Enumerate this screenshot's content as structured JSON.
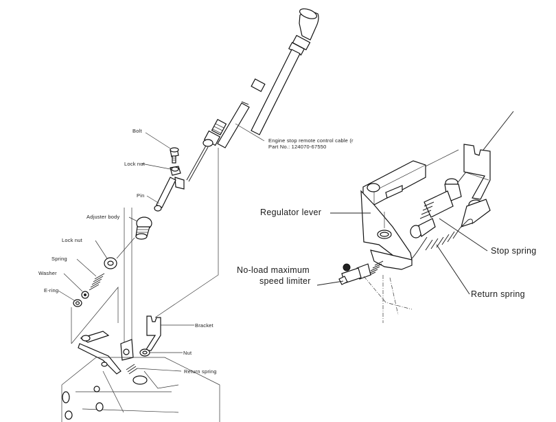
{
  "left_figure": {
    "labels": {
      "cable": "Engine stop remote control cable (r",
      "part_no": "Part No.: 124070-67550",
      "bolt": "Bolt",
      "lock_nut_top": "Lock nut",
      "pin": "Pin",
      "adjuster_body": "Adjuster body",
      "lock_nut_bottom": "Lock nut",
      "spring": "Spring",
      "washer": "Washer",
      "e_ring": "E-ring",
      "bracket": "Bracket",
      "nut": "Nut",
      "return_spring": "Return spring"
    }
  },
  "right_figure": {
    "labels": {
      "regulator_lever": "Regulator lever",
      "no_load_line1": "No-load maximum",
      "no_load_line2": "speed limiter",
      "stop_spring": "Stop spring",
      "return_spring": "Return spring"
    }
  }
}
